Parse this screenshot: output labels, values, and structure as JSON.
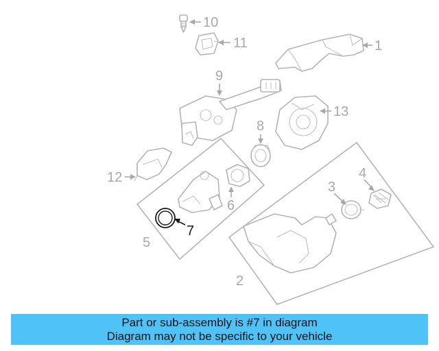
{
  "callouts": [
    {
      "id": 1,
      "label": "1"
    },
    {
      "id": 2,
      "label": "2"
    },
    {
      "id": 3,
      "label": "3"
    },
    {
      "id": 4,
      "label": "4"
    },
    {
      "id": 5,
      "label": "5"
    },
    {
      "id": 6,
      "label": "6"
    },
    {
      "id": 7,
      "label": "7",
      "highlighted": true
    },
    {
      "id": 8,
      "label": "8"
    },
    {
      "id": 9,
      "label": "9"
    },
    {
      "id": 10,
      "label": "10"
    },
    {
      "id": 11,
      "label": "11"
    },
    {
      "id": 12,
      "label": "12"
    },
    {
      "id": 13,
      "label": "13"
    }
  ],
  "banner": {
    "line1": "Part or sub-assembly is #7 in diagram",
    "line2": "Diagram may not be specific to your vehicle",
    "background": "#4fc3f7"
  },
  "colors": {
    "diagram_line": "#b4b4b4",
    "highlight": "#1a1a1a"
  }
}
